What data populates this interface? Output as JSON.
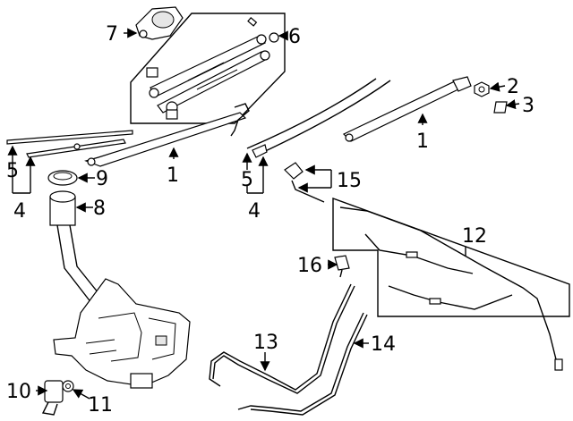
{
  "callouts": {
    "c1a": "1",
    "c1b": "1",
    "c2": "2",
    "c3": "3",
    "c4a": "4",
    "c4b": "4",
    "c5a": "5",
    "c5b": "5",
    "c6": "6",
    "c7": "7",
    "c8": "8",
    "c9": "9",
    "c10": "10",
    "c11": "11",
    "c12": "12",
    "c13": "13",
    "c14": "14",
    "c15": "15",
    "c16": "16"
  }
}
